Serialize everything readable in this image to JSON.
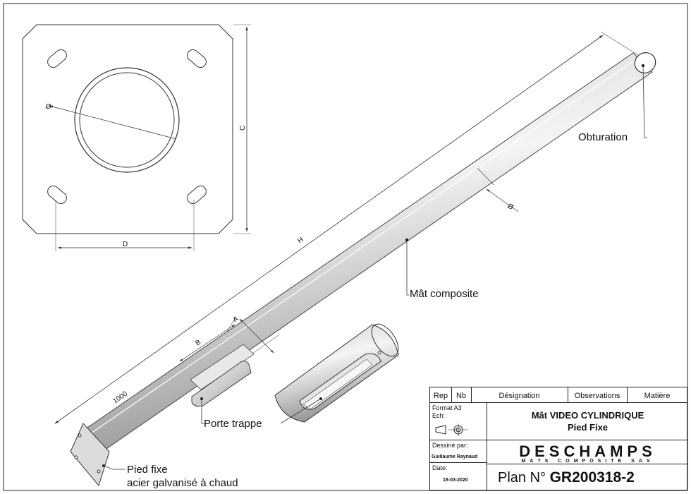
{
  "dimensions": {
    "C": "C",
    "D": "D",
    "H": "H",
    "A": "A",
    "B": "B",
    "len_1000": "1000",
    "phi": "Ø"
  },
  "callouts": {
    "obturation": "Obturation",
    "mat_composite": "Mât composite",
    "porte_trappe": "Porte trappe",
    "pied_fixe_line1": "Pied fixe",
    "pied_fixe_line2": "acier galvanisé à chaud"
  },
  "title_block": {
    "headers": [
      "Rep",
      "Nb",
      "Désignation",
      "Observations",
      "Matière"
    ],
    "format": "Format A3",
    "ech": "Ech:",
    "dessine_label": "Dessiné par:",
    "dessine_value": "Guillaume Raynaud",
    "date_label": "Date:",
    "date_value": "18-03-2020",
    "title_line1": "Mât VIDEO CYLINDRIQUE",
    "title_line2": "Pied Fixe",
    "brand": "DESCHAMPS",
    "brand_sub": "MÂTS COMPOSITE SAS",
    "plan_prefix": "Plan N°",
    "plan_number": "GR200318-2"
  }
}
